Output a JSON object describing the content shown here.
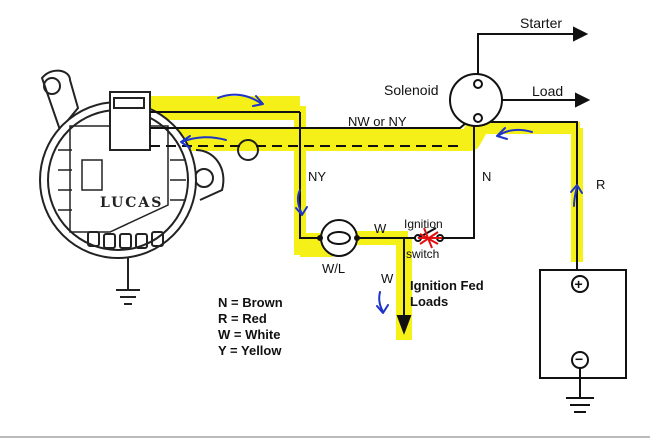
{
  "labels": {
    "starter": "Starter",
    "solenoid": "Solenoid",
    "load": "Load",
    "nw_ny": "NW or NY",
    "ny": "NY",
    "n": "N",
    "r": "R",
    "w_top": "W",
    "w_down": "W",
    "wl": "W/L",
    "ignition": "Ignition",
    "switch": "switch",
    "ign_fed_1": "Ignition Fed",
    "ign_fed_2": "Loads",
    "alternator_brand": "LUCAS",
    "battery_pos": "+",
    "battery_neg": "−"
  },
  "legend": [
    "N = Brown",
    "R = Red",
    "W = White",
    "Y = Yellow"
  ],
  "colors": {
    "highlight": "#f5f10c",
    "annotation_blue": "#1f35c8",
    "annotation_red": "#e01010",
    "wire": "#111111"
  }
}
